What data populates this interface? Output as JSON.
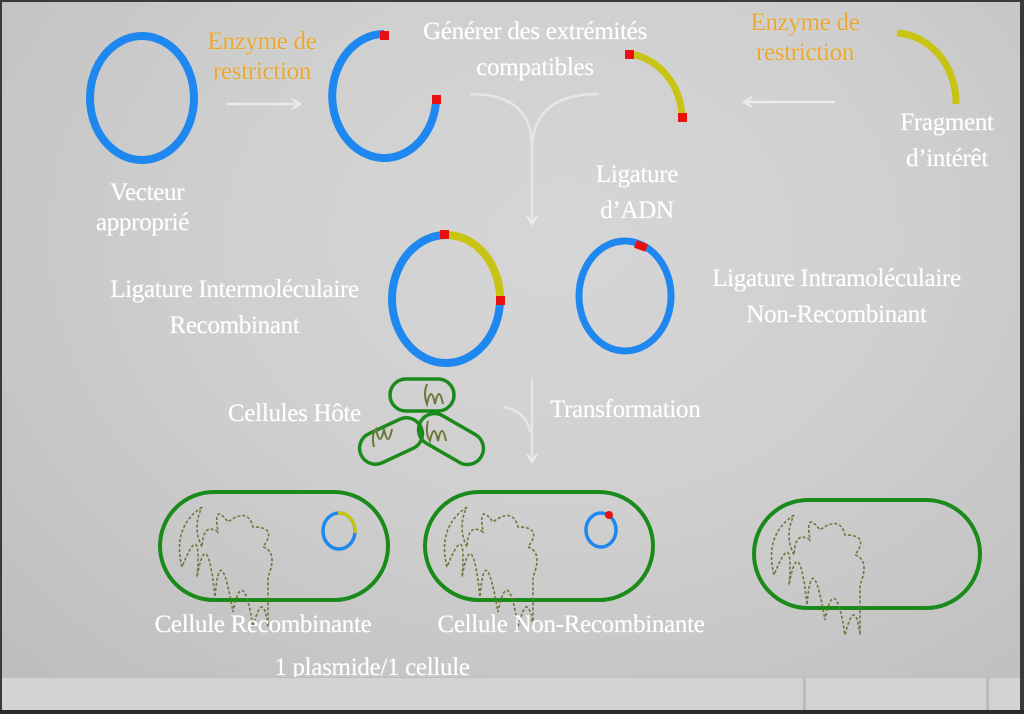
{
  "colors": {
    "plasmid": "#1e88f0",
    "insert": "#c8c414",
    "sticky_end": "#e81010",
    "cell": "#1a8a1a",
    "chromosome": "#6a7a3a",
    "enzyme_text": "#e8a830",
    "label_text": "#ffffff"
  },
  "labels": {
    "vector": [
      "Vecteur",
      "approprié"
    ],
    "enzyme_left": [
      "Enzyme de",
      "restriction"
    ],
    "generate": [
      "Générer des extrémités",
      "compatibles"
    ],
    "enzyme_right": [
      "Enzyme de",
      "restriction"
    ],
    "fragment": [
      "Fragment",
      "d’intérêt"
    ],
    "ligation": [
      "Ligature",
      "d’ADN"
    ],
    "intermolecular": [
      "Ligature Intermoléculaire",
      "Recombinant"
    ],
    "intramolecular": [
      "Ligature Intramoléculaire",
      "Non-Recombinant"
    ],
    "host_cells": "Cellules Hôte",
    "transformation": "Transformation",
    "recombinant_cell": "Cellule Recombinante",
    "nonrecombinant_cell": "Cellule Non-Recombinante",
    "plasmid_per_cell": "1 plasmide/1 cellule"
  }
}
